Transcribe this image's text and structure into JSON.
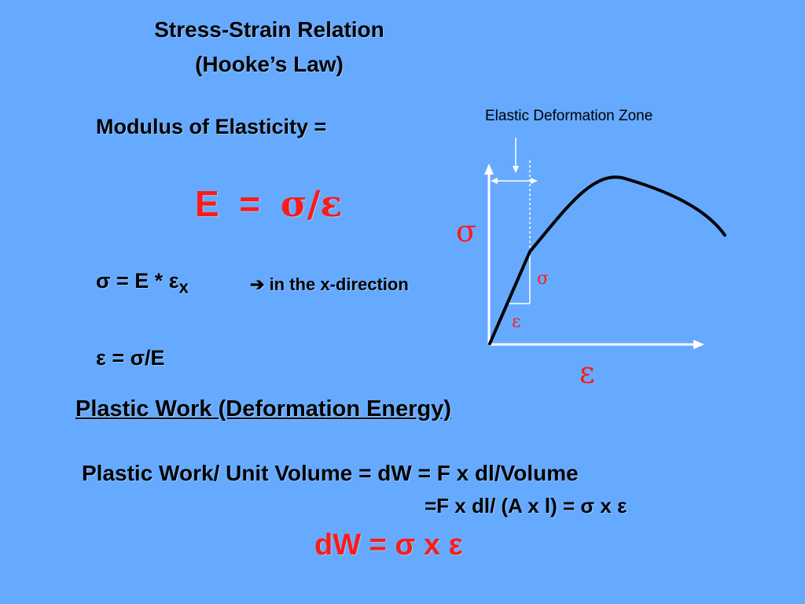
{
  "slide": {
    "title_line1": "Stress-Strain Relation",
    "title_line2": "(Hooke’s Law)",
    "modulus_label": "Modulus of Elasticity =",
    "formula_e_lhs": "E",
    "formula_e_eq": "=",
    "formula_e_rhs": "σ/ε",
    "sigma_eq_text": "σ = E * ε",
    "sigma_eq_sub": "x",
    "xdir_arrow": "➔",
    "xdir_text": "in the x-direction",
    "eps_eq_text": "ε = σ/E",
    "plastic_title": "Plastic Work (Deformation Energy)",
    "pw_line1": "Plastic Work/ Unit Volume = dW = F x  dl/Volume",
    "pw_line2": "=F x dl/ (A x l) = σ x ε",
    "dw_final": "dW = σ x ε"
  },
  "diagram": {
    "zone_label": "Elastic Deformation Zone",
    "axis_y_symbol": "σ",
    "axis_x_symbol": "ε",
    "small_sigma": "σ",
    "small_eps": "ε"
  },
  "colors": {
    "background": "#66aaff",
    "accent_red": "#ff1a1a"
  }
}
